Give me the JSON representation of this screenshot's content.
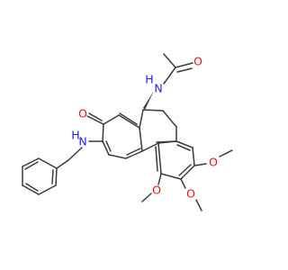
{
  "molecule": {
    "atom_labels": {
      "amide_n": "N",
      "amide_h": "H",
      "amide_o": "O",
      "ketone_o": "O",
      "amine_n": "N",
      "amine_h": "H",
      "ome1_o": "O",
      "ome2_o": "O",
      "ome3_o": "O"
    },
    "colors": {
      "bond": "#3a3a3a",
      "nitrogen": "#2222ee",
      "oxygen": "#ee1111"
    }
  }
}
